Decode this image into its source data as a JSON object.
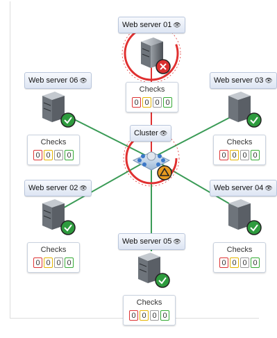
{
  "nodes": {
    "ws01": {
      "name": "Web server 01",
      "status": "critical",
      "checks_title": "Checks",
      "checks": [
        "0",
        "0",
        "0",
        "0"
      ]
    },
    "ws06": {
      "name": "Web server 06",
      "status": "ok",
      "checks_title": "Checks",
      "checks": [
        "0",
        "0",
        "0",
        "0"
      ]
    },
    "ws03": {
      "name": "Web server 03",
      "status": "ok",
      "checks_title": "Checks",
      "checks": [
        "0",
        "0",
        "0",
        "0"
      ]
    },
    "ws02": {
      "name": "Web server 02",
      "status": "ok",
      "checks_title": "Checks",
      "checks": [
        "0",
        "0",
        "0",
        "0"
      ]
    },
    "ws04": {
      "name": "Web server 04",
      "status": "ok",
      "checks_title": "Checks",
      "checks": [
        "0",
        "0",
        "0",
        "0"
      ]
    },
    "ws05": {
      "name": "Web server 05",
      "status": "ok",
      "checks_title": "Checks",
      "checks": [
        "0",
        "0",
        "0",
        "0"
      ]
    },
    "cluster": {
      "name": "Cluster",
      "status": "warning"
    }
  },
  "colors": {
    "critical": "#e03030",
    "warning": "#e89a20",
    "ok": "#2e9b3e",
    "edge_ok": "#3a9b56",
    "edge_critical": "#e03030"
  },
  "icons": {
    "label": "eye-icon",
    "server": "server-icon",
    "cluster": "cluster-icon"
  }
}
